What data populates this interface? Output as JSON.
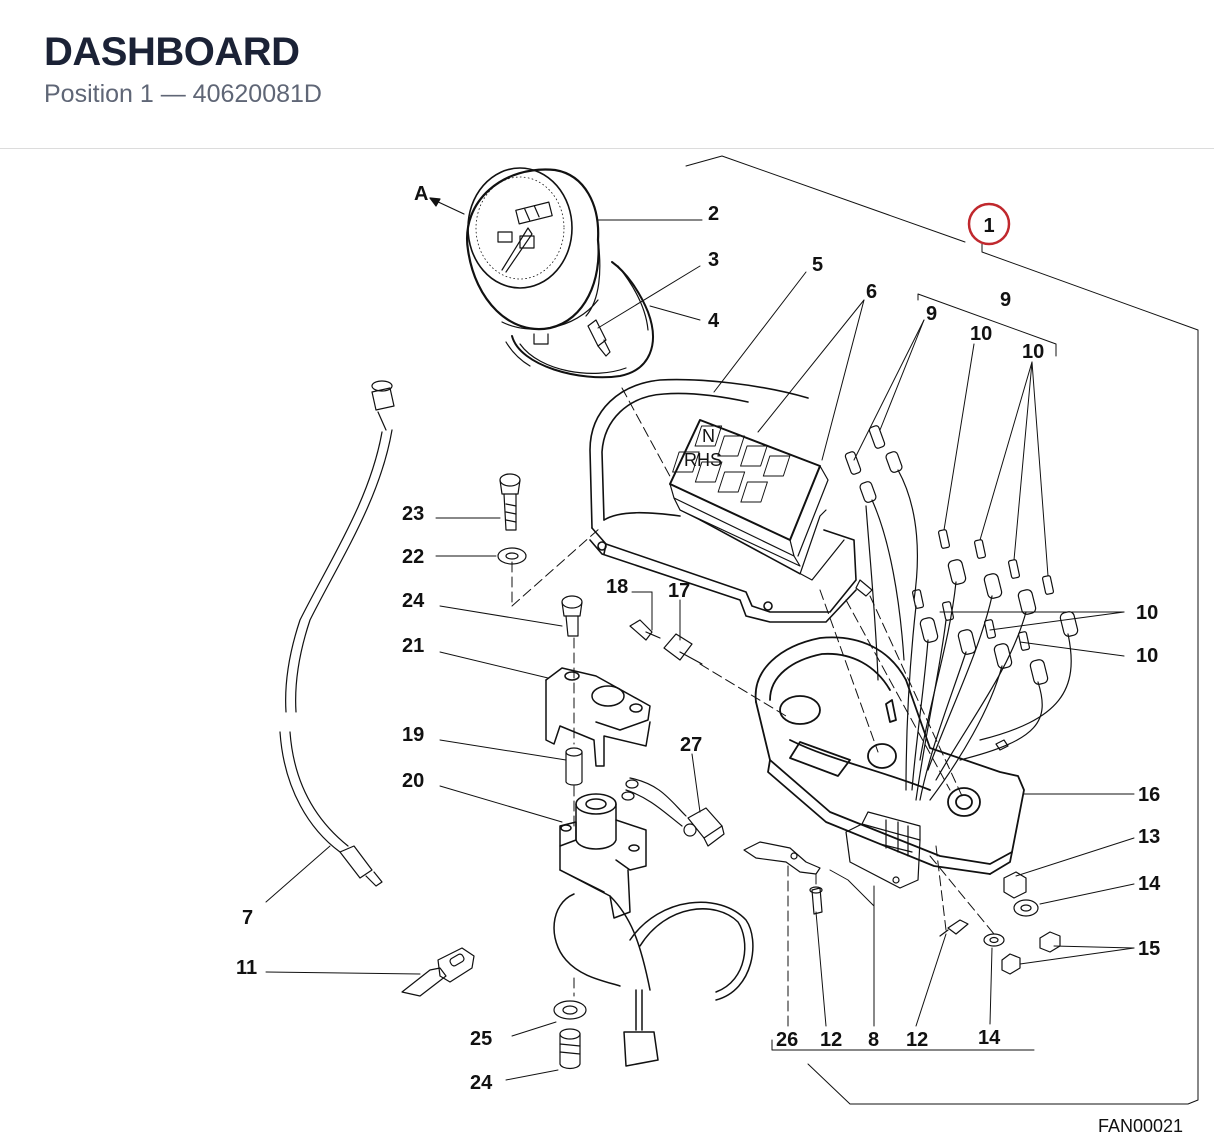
{
  "header": {
    "title": "DASHBOARD",
    "subtitle": "Position 1 — 40620081D"
  },
  "diagram": {
    "position_marker": "1",
    "view_marker": "A",
    "figure_code": "FAN00021",
    "callouts": [
      {
        "id": "c2",
        "label": "2"
      },
      {
        "id": "c3",
        "label": "3"
      },
      {
        "id": "c4",
        "label": "4"
      },
      {
        "id": "c5",
        "label": "5"
      },
      {
        "id": "c6",
        "label": "6"
      },
      {
        "id": "c9a",
        "label": "9"
      },
      {
        "id": "c9b",
        "label": "9"
      },
      {
        "id": "c10a",
        "label": "10"
      },
      {
        "id": "c10b",
        "label": "10"
      },
      {
        "id": "c10c",
        "label": "10"
      },
      {
        "id": "c10d",
        "label": "10"
      },
      {
        "id": "c23",
        "label": "23"
      },
      {
        "id": "c22",
        "label": "22"
      },
      {
        "id": "c24a",
        "label": "24"
      },
      {
        "id": "c18",
        "label": "18"
      },
      {
        "id": "c17",
        "label": "17"
      },
      {
        "id": "c21",
        "label": "21"
      },
      {
        "id": "c19",
        "label": "19"
      },
      {
        "id": "c27",
        "label": "27"
      },
      {
        "id": "c20",
        "label": "20"
      },
      {
        "id": "c16",
        "label": "16"
      },
      {
        "id": "c13",
        "label": "13"
      },
      {
        "id": "c14a",
        "label": "14"
      },
      {
        "id": "c15",
        "label": "15"
      },
      {
        "id": "c7",
        "label": "7"
      },
      {
        "id": "c11",
        "label": "11"
      },
      {
        "id": "c25",
        "label": "25"
      },
      {
        "id": "c24b",
        "label": "24"
      },
      {
        "id": "c26",
        "label": "26"
      },
      {
        "id": "c12a",
        "label": "12"
      },
      {
        "id": "c8",
        "label": "8"
      },
      {
        "id": "c12b",
        "label": "12"
      },
      {
        "id": "c14b",
        "label": "14"
      }
    ],
    "indicator_labels": {
      "neutral": "N",
      "high_beam": "RHS"
    }
  }
}
